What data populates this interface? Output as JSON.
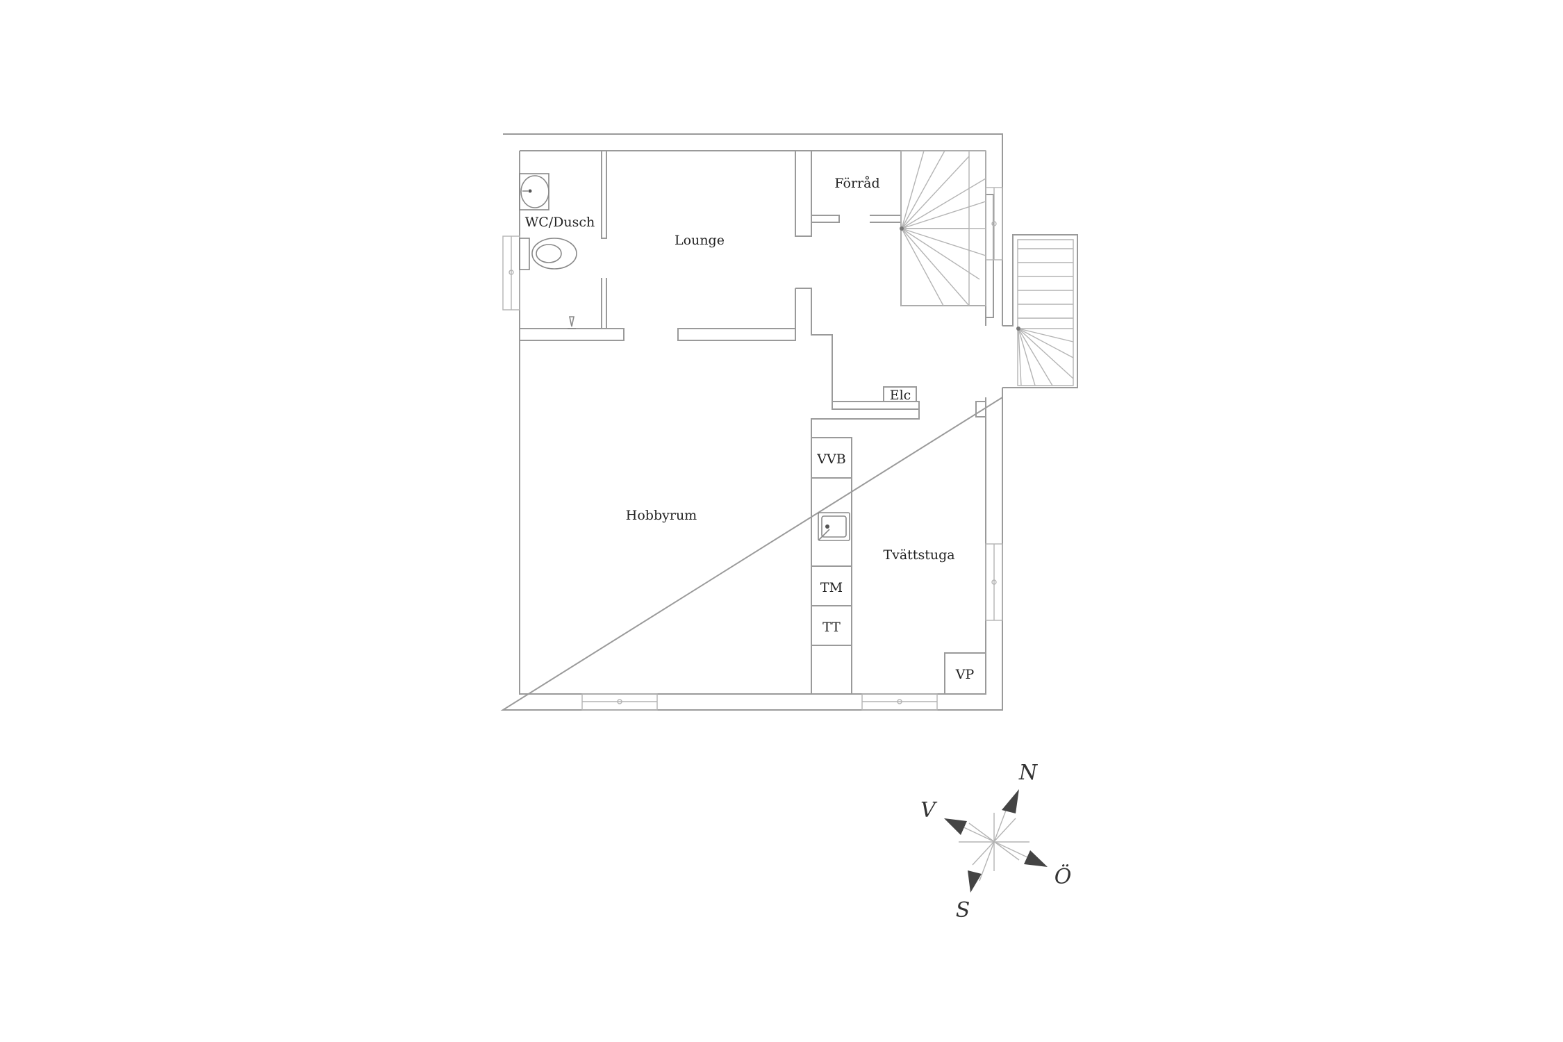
{
  "rooms": {
    "wc_dusch": "WC/Dusch",
    "lounge": "Lounge",
    "forrad": "Förråd",
    "hobbyrum": "Hobbyrum",
    "tvattstuga": "Tvättstuga"
  },
  "fixtures": {
    "elc": "Elc",
    "vvb": "VVB",
    "tm": "TM",
    "tt": "TT",
    "vp": "VP"
  },
  "compass": {
    "north": "N",
    "south": "S",
    "east": "Ö",
    "west": "V"
  }
}
